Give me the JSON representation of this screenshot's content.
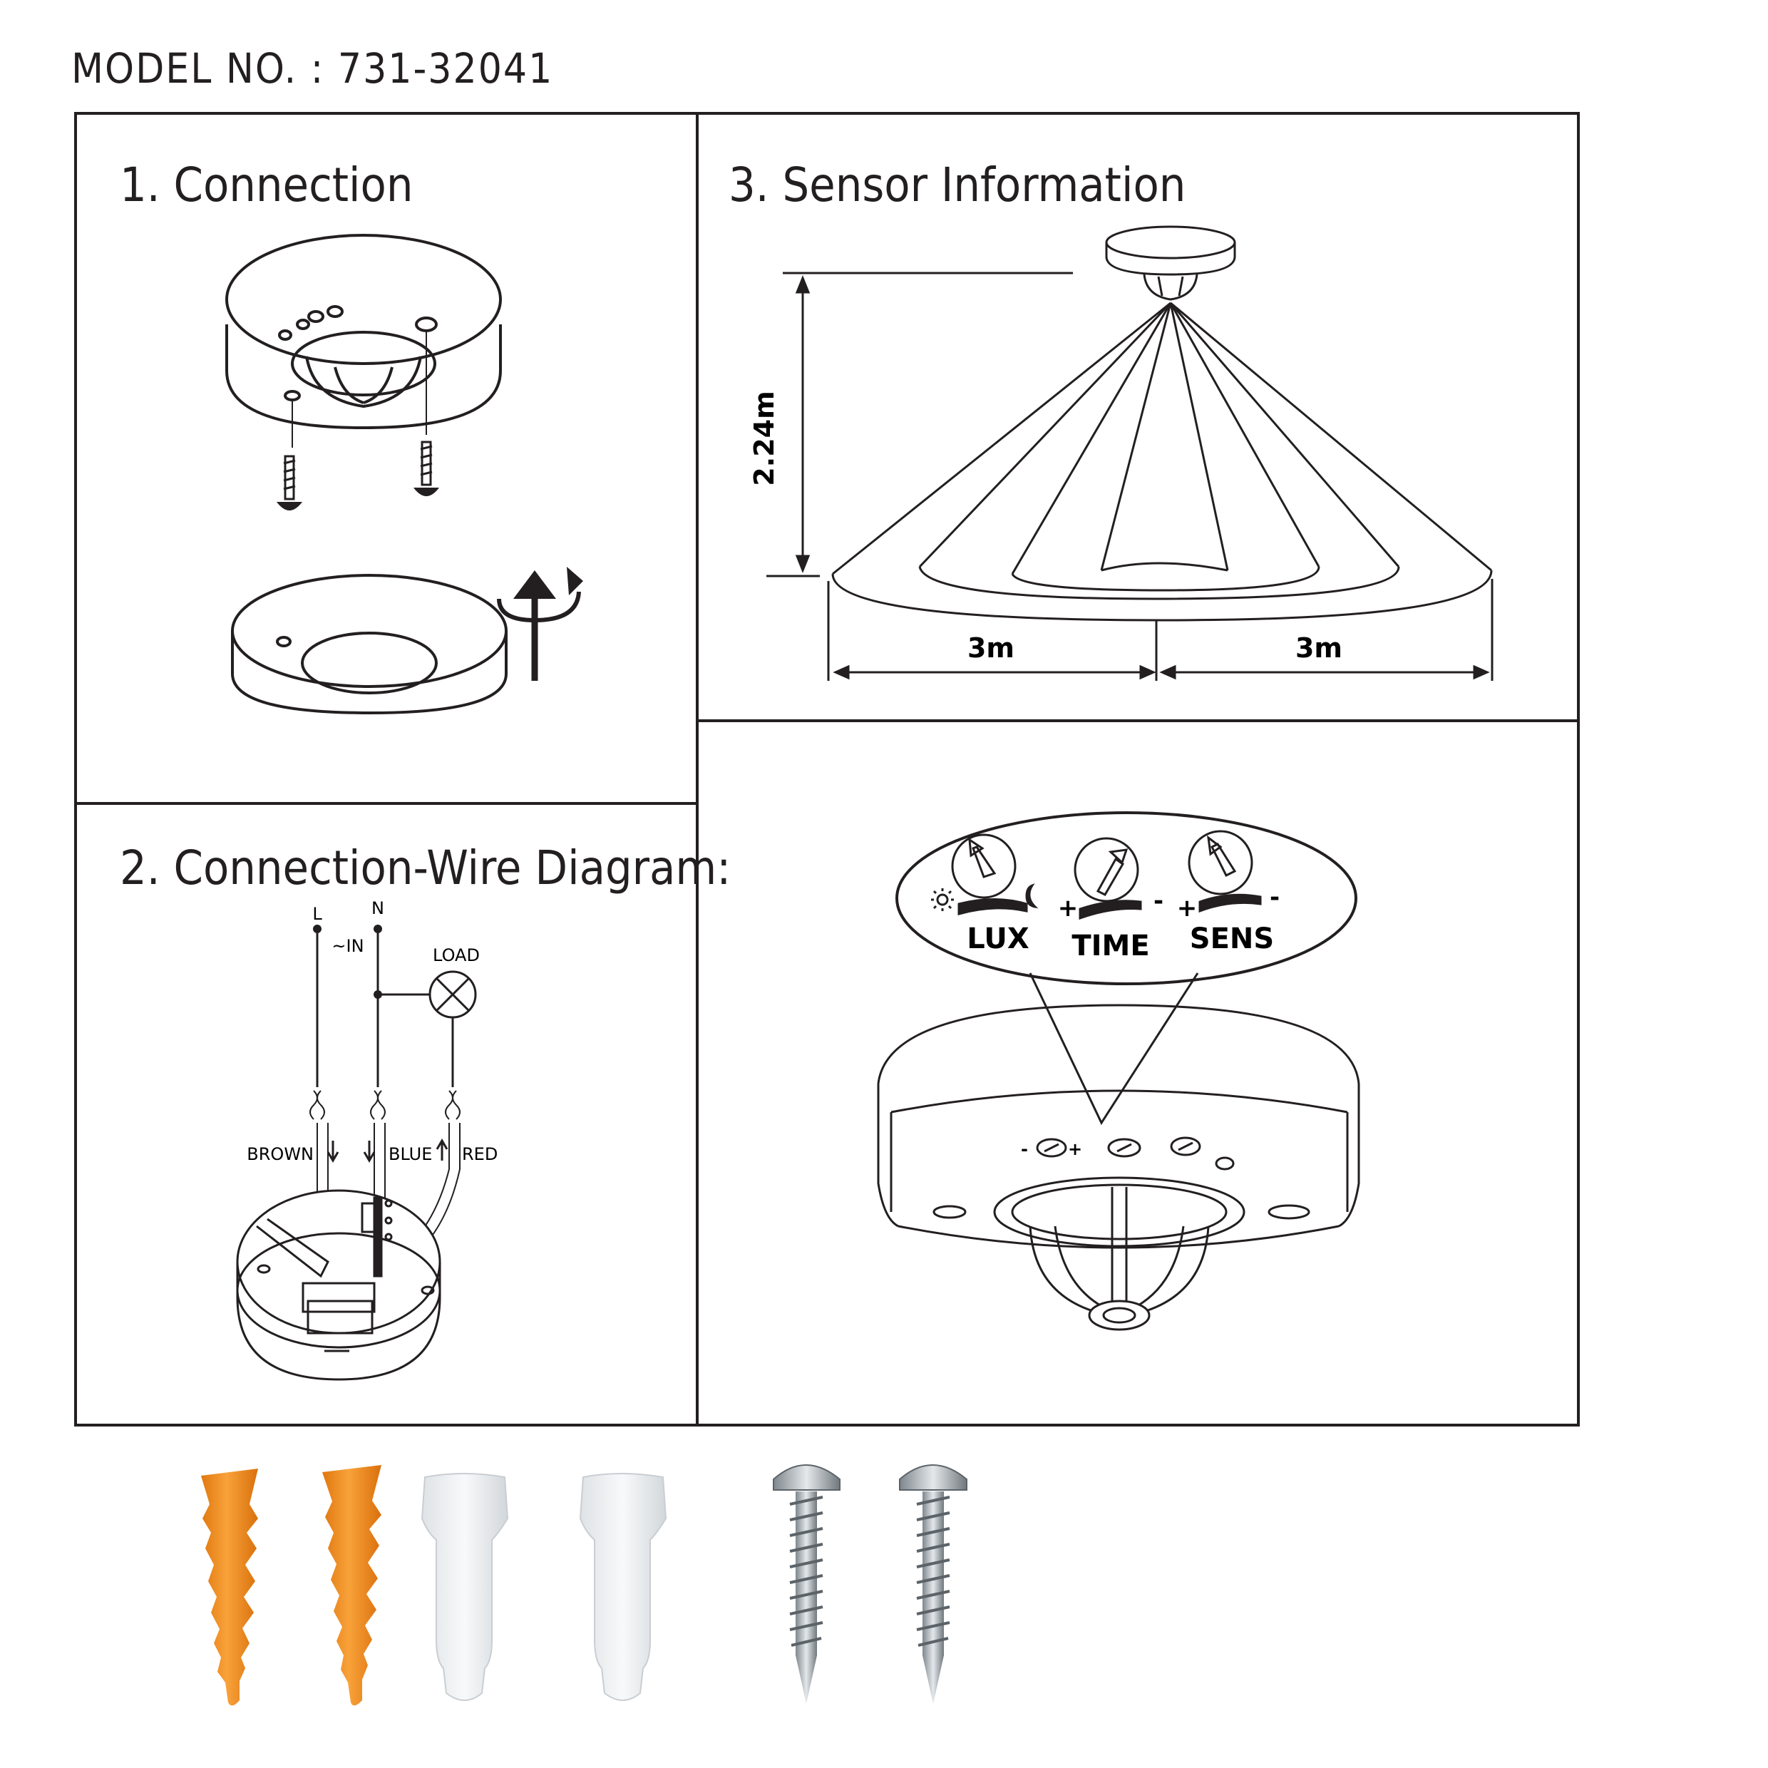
{
  "model_label": "MODEL NO. : 731-32041",
  "sections": {
    "connection": {
      "title": "1. Connection"
    },
    "wire": {
      "title": "2. Connection-Wire Diagram:",
      "labels": {
        "L": "L",
        "N": "N",
        "in": "~IN",
        "load": "LOAD",
        "brown": "BROWN",
        "blue": "BLUE",
        "red": "RED"
      }
    },
    "sensor": {
      "title": "3. Sensor Information",
      "height": "2.24m",
      "radius_left": "3m",
      "radius_right": "3m"
    },
    "controls": {
      "lux": "LUX",
      "time": "TIME",
      "sens": "SENS",
      "plus": "+",
      "minus": "-"
    }
  },
  "colors": {
    "line": "#231f20",
    "anchor": "#f7941d",
    "connector": "#eef0f1",
    "screw": "#b8bec3"
  }
}
